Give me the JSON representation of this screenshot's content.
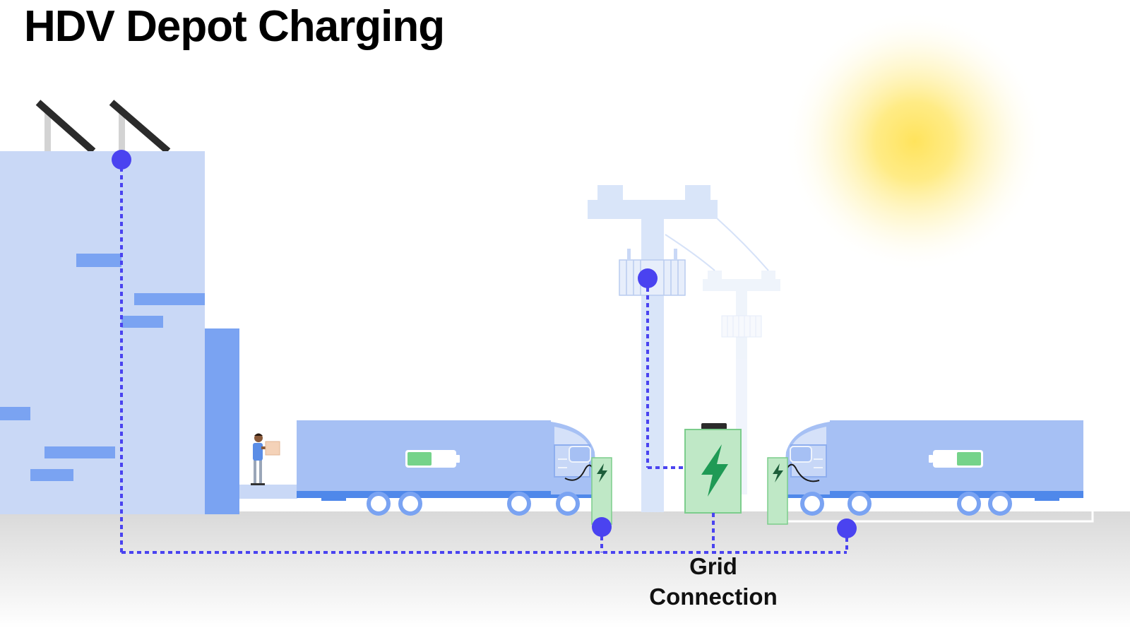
{
  "title": "HDV Depot Charging",
  "grid_connection": {
    "line1": "Grid",
    "line2": "Connection"
  },
  "colors": {
    "building": "#c9d8f6",
    "building_accent": "#7aa3f2",
    "truck_body": "#a6c0f4",
    "truck_stripe": "#4f88ea",
    "charger": "#bfe8c6",
    "charger_border": "#7ccd8c",
    "bolt": "#1f9a55",
    "node": "#4a43f0",
    "dotted_line": "#4a43f0",
    "pole": "#d9e5f9",
    "sun": "#ffe066",
    "ground": "#e6e6e6"
  },
  "icons": [
    "solar-panel-icon",
    "sun-icon",
    "utility-pole-icon",
    "transformer-icon",
    "truck-icon",
    "battery-icon",
    "charger-icon",
    "lightning-bolt-icon",
    "worker-icon",
    "package-icon"
  ]
}
